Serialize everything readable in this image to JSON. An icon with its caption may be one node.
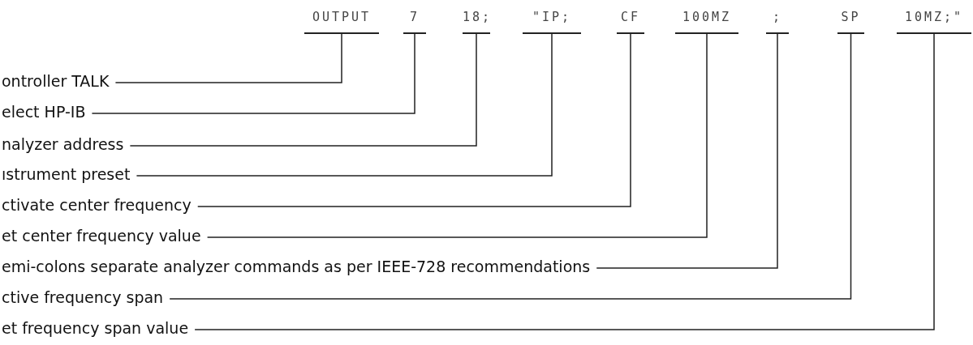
{
  "diagram": {
    "nodes": [
      {
        "text": [
          "OUTPUT"
        ]
      },
      {
        "text": [
          "7"
        ]
      },
      {
        "text": [
          "18;"
        ]
      },
      {
        "text": [
          "\"IP;"
        ]
      },
      {
        "text": [
          "CF"
        ]
      },
      {
        "text": [
          "100MZ"
        ]
      },
      {
        "text": [
          ";"
        ]
      },
      {
        "text": [
          "SP"
        ]
      },
      {
        "text": [
          "10MZ;\""
        ]
      },
      {
        "text": [
          "ontroller TALK"
        ]
      },
      {
        "text": [
          "elect HP-IB"
        ]
      },
      {
        "text": [
          "nalyzer address"
        ]
      },
      {
        "text": [
          "ıstrument preset"
        ]
      },
      {
        "text": [
          "ctivate center frequency"
        ]
      },
      {
        "text": [
          "et center frequency value"
        ]
      },
      {
        "text": [
          "emi-colons separate analyzer commands as per IEEE-728 recommendations"
        ]
      },
      {
        "text": [
          "ctive frequency span"
        ]
      },
      {
        "text": [
          "et frequency span value"
        ]
      }
    ],
    "edges": [
      {
        "from": 9,
        "to": 0,
        "arrow": "none"
      },
      {
        "from": 10,
        "to": 1,
        "arrow": "none"
      },
      {
        "from": 11,
        "to": 2,
        "arrow": "none"
      },
      {
        "from": 12,
        "to": 3,
        "arrow": "none"
      },
      {
        "from": 13,
        "to": 4,
        "arrow": "none"
      },
      {
        "from": 14,
        "to": 5,
        "arrow": "none"
      },
      {
        "from": 15,
        "to": 6,
        "arrow": "none"
      },
      {
        "from": 16,
        "to": 7,
        "arrow": "none"
      },
      {
        "from": 17,
        "to": 8,
        "arrow": "none"
      }
    ]
  }
}
